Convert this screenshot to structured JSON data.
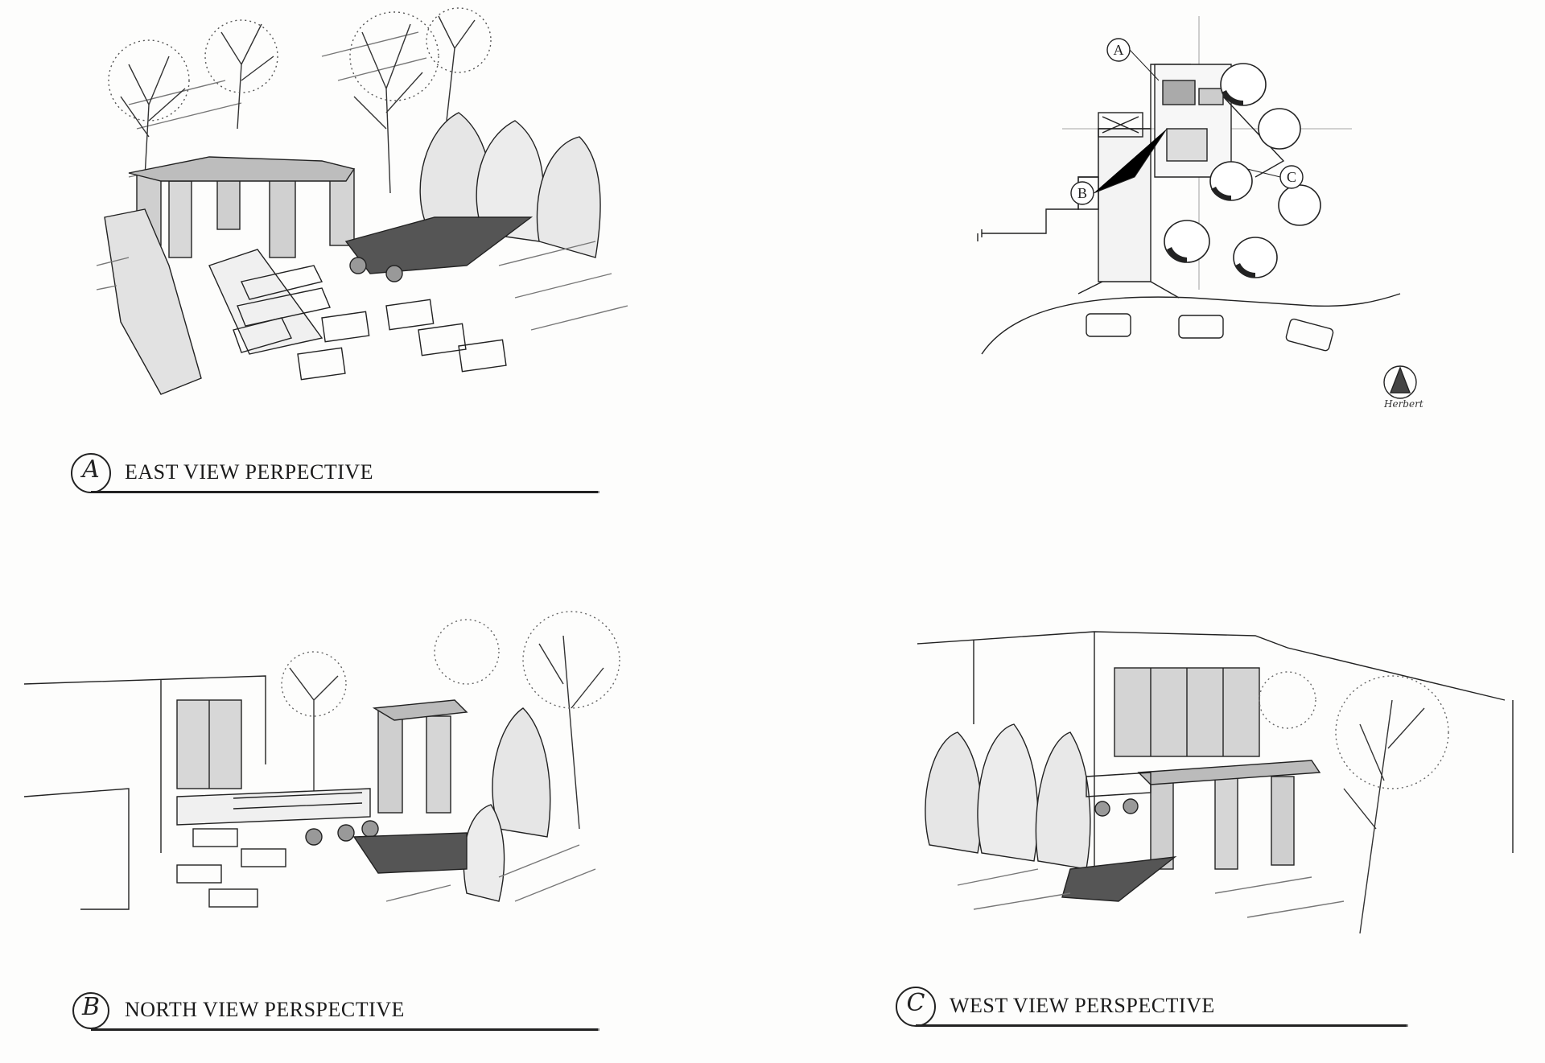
{
  "views": [
    {
      "marker": "A",
      "caption": "EAST VIEW PERPECTIVE"
    },
    {
      "marker": "B",
      "caption": "NORTH VIEW PERSPECTIVE"
    },
    {
      "marker": "C",
      "caption": "WEST VIEW PERSPECTIVE"
    }
  ],
  "plan": {
    "callouts": [
      "A",
      "B",
      "C"
    ],
    "signature": "Herbert"
  }
}
